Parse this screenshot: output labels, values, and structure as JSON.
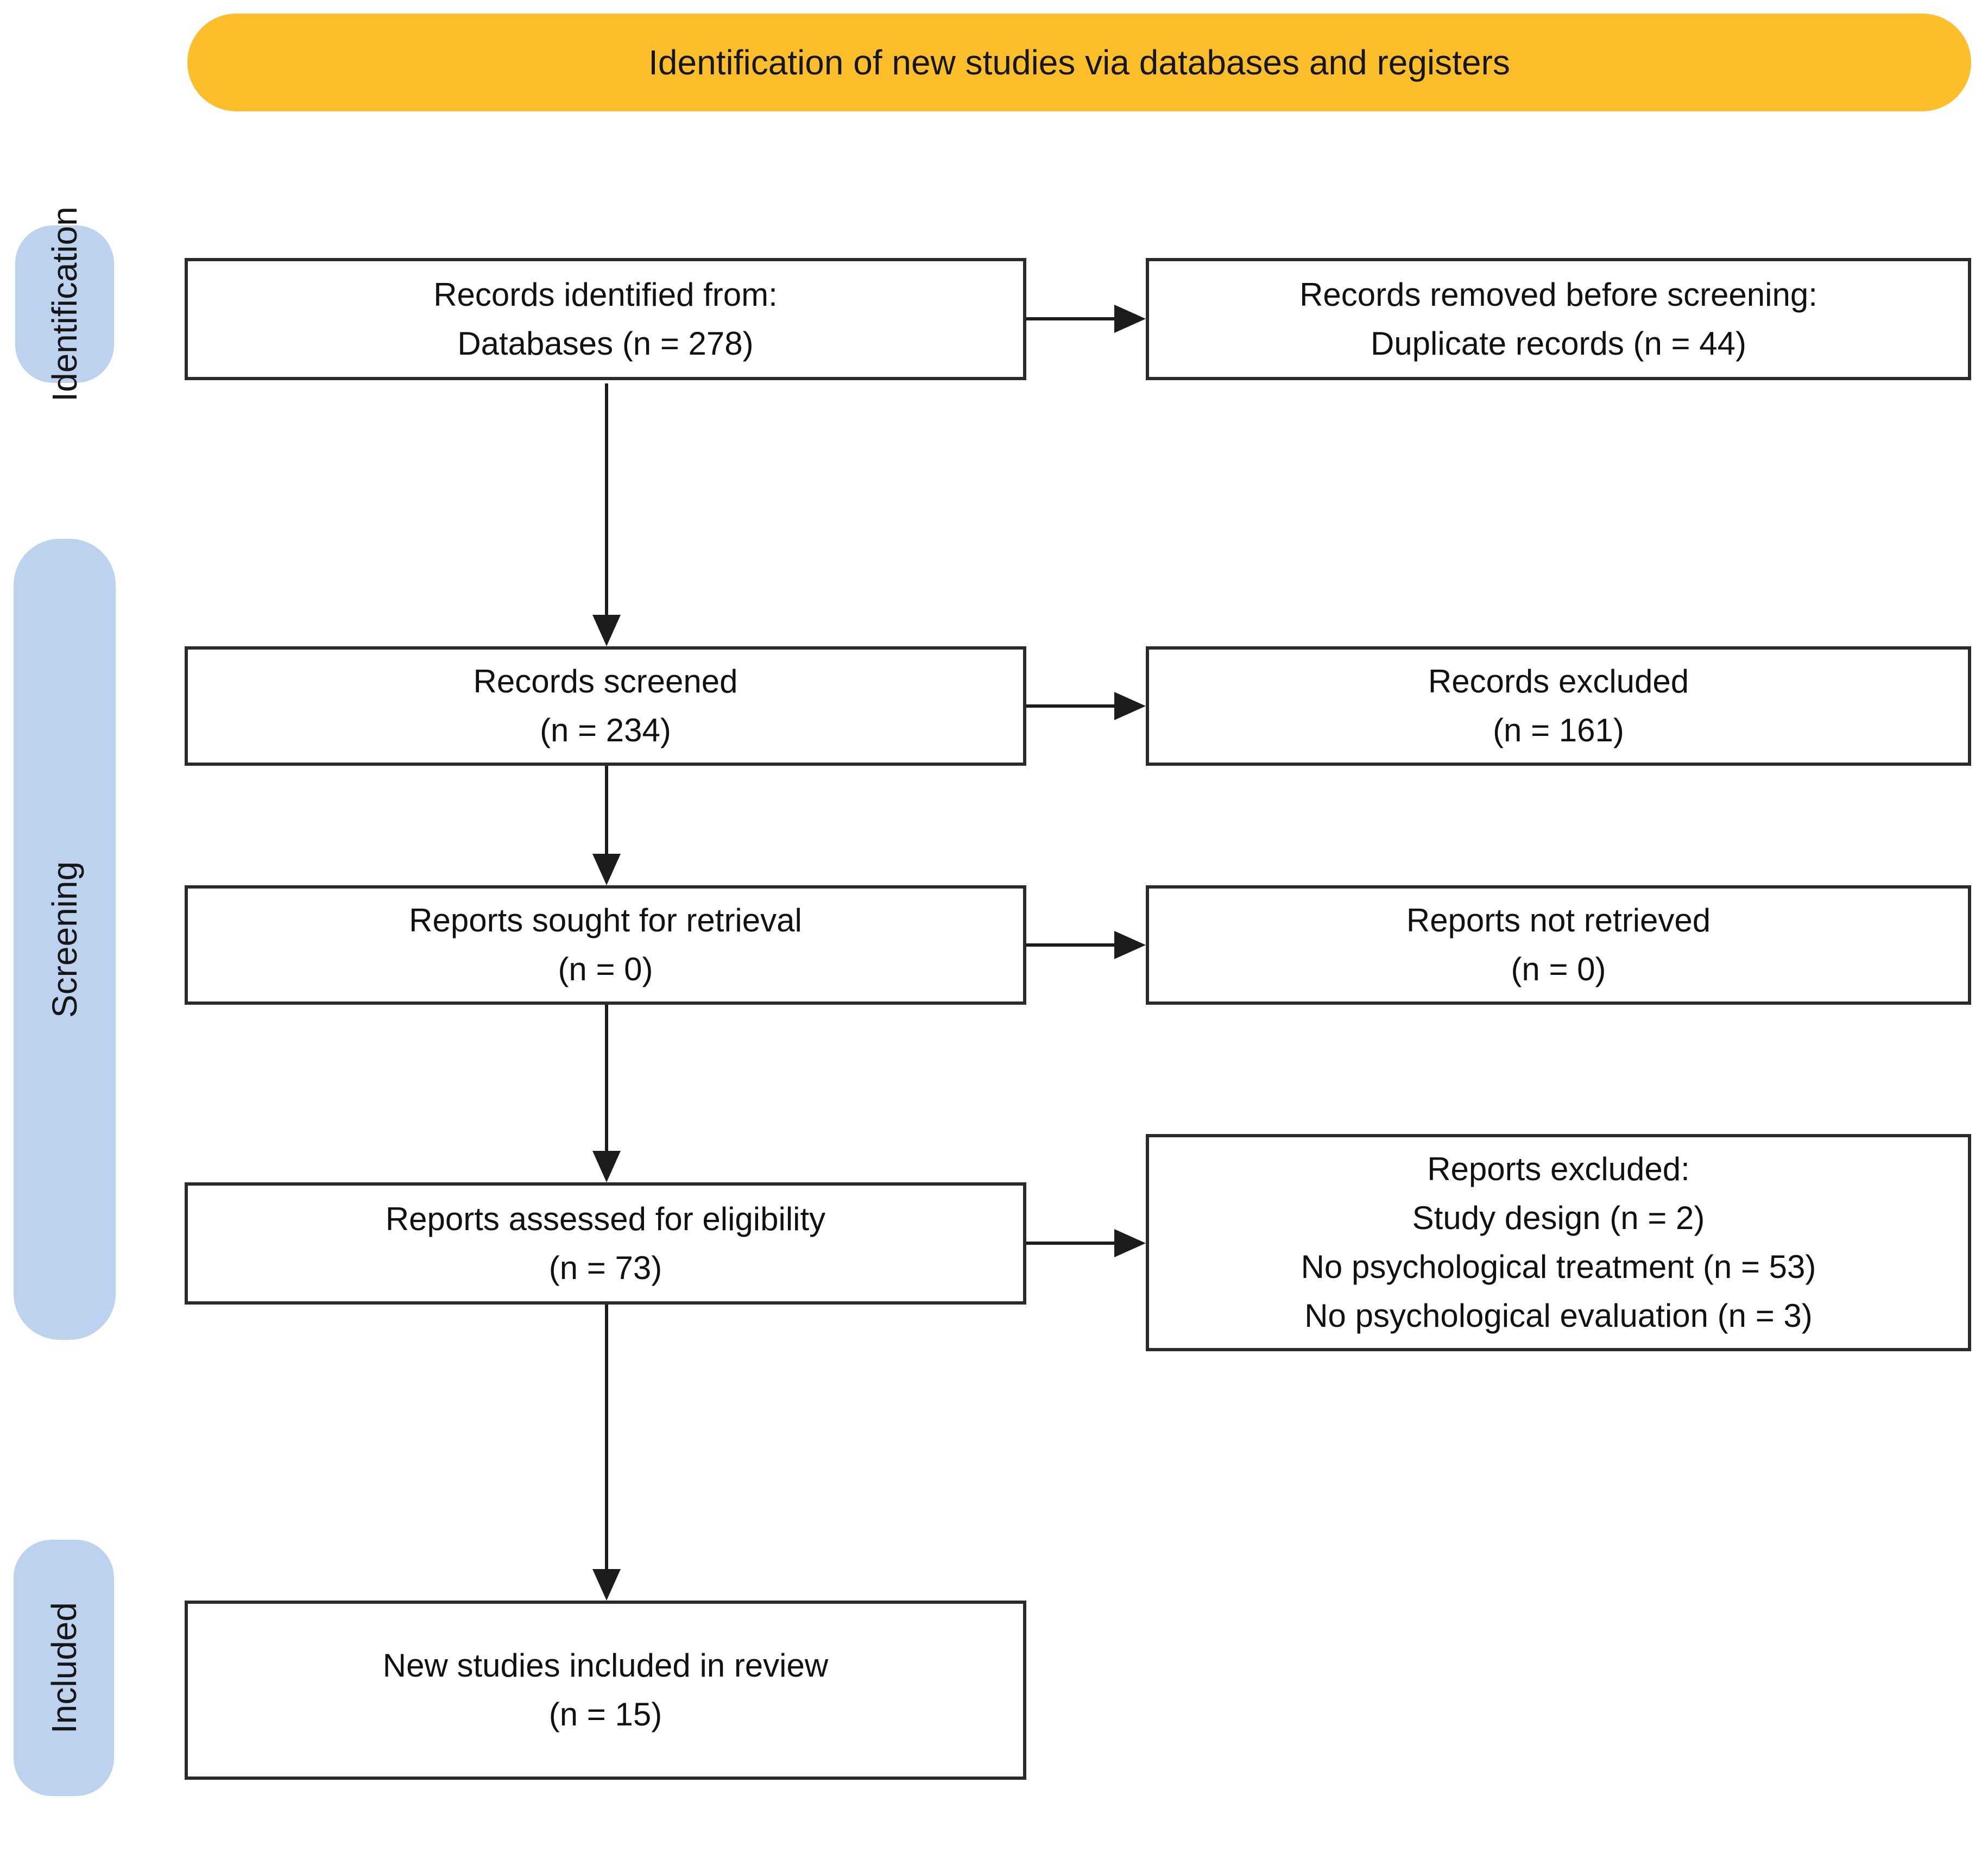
{
  "colors": {
    "banner-bg": "#FDBE2B",
    "pill-bg": "#BCD2EE",
    "box-border": "#2B2B2B",
    "line": "#1C1C1C"
  },
  "banner": {
    "label": "Identification of new studies via databases and registers"
  },
  "side_labels": {
    "identification": "Identification",
    "screening": "Screening",
    "included": "Included"
  },
  "boxes": {
    "records_identified": "Records identified from:\nDatabases (n = 278)",
    "records_removed": "Records removed before screening:\nDuplicate records (n = 44)",
    "records_screened": "Records screened\n(n = 234)",
    "records_excluded": "Records excluded\n(n = 161)",
    "reports_sought": "Reports sought for retrieval\n(n = 0)",
    "reports_not_retrieved": "Reports not retrieved\n(n = 0)",
    "reports_assessed": "Reports assessed for eligibility\n(n = 73)",
    "reports_excluded": "Reports excluded:\nStudy design (n = 2)\nNo psychological treatment (n = 53)\nNo psychological evaluation (n = 3)",
    "new_studies_included": "New studies included in review\n(n = 15)"
  }
}
